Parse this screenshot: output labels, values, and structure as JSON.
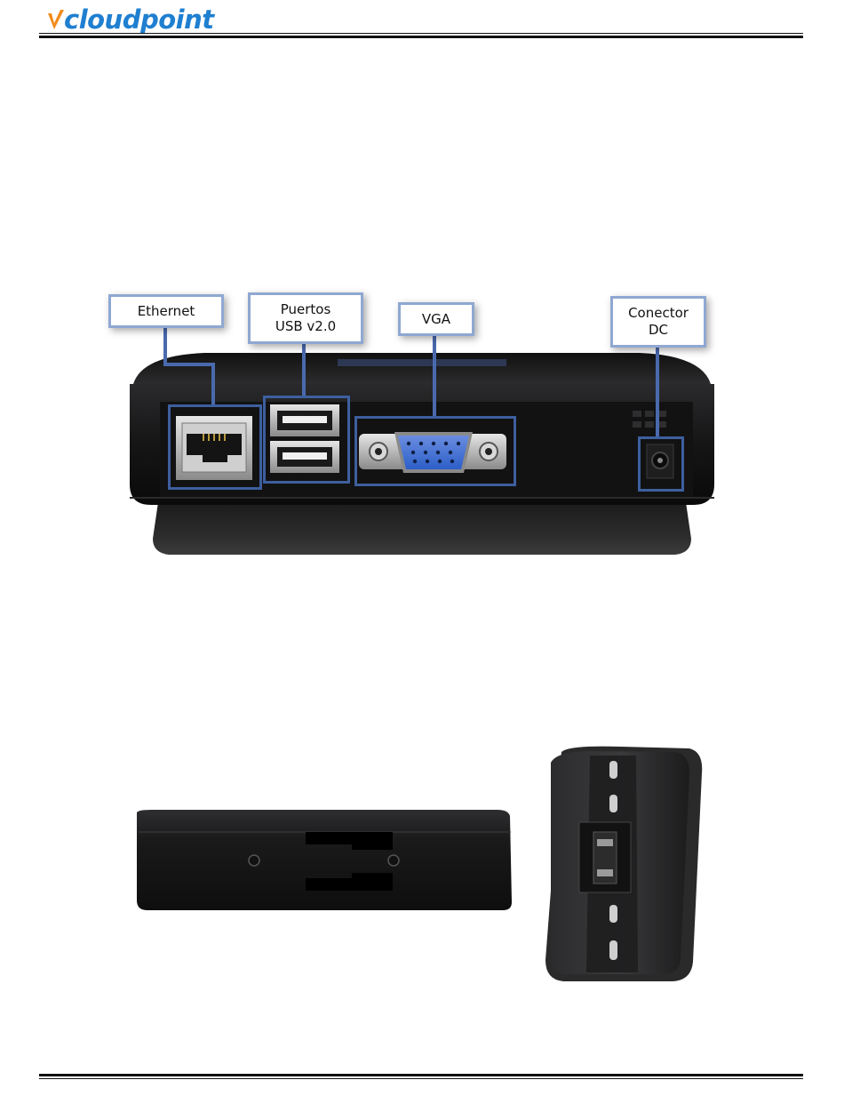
{
  "header": {
    "logo_text": "cloudpoint",
    "logo_mark": "v-logo-icon",
    "colors": {
      "logo_blue": "#1f7fd0",
      "logo_orange": "#f28c1c"
    }
  },
  "figure_ports": {
    "labels": {
      "ethernet": "Ethernet",
      "usb_line1": "Puertos",
      "usb_line2": "USB v2.0",
      "vga": "VGA",
      "dc_line1": "Conector",
      "dc_line2": "DC"
    },
    "colors": {
      "callout_border": "#8fa8d2",
      "highlight": "#3d5f9e",
      "connector_line": "#4a6aae",
      "vga_blue": "#2c5fc8"
    }
  },
  "figure_views": {
    "items": [
      "device-side-view",
      "device-with-vesa-mount"
    ]
  }
}
